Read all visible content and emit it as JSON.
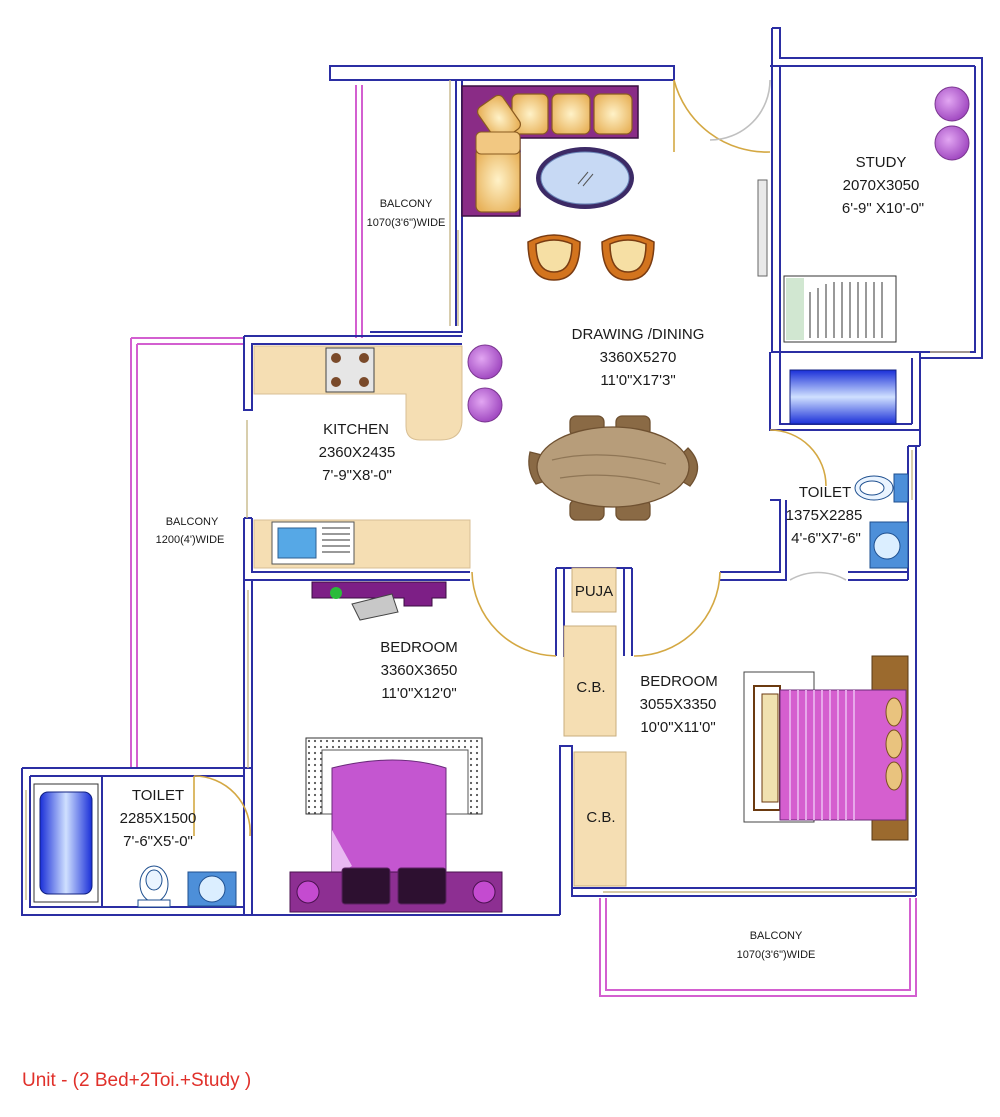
{
  "unit_caption": "Unit - (2 Bed+2Toi.+Study )",
  "colors": {
    "wall": "#2b2ea3",
    "balcony_rail": "#d35fd0",
    "wood": "#f5deb3",
    "purple": "#a43fc4",
    "door_arc": "#d4a843",
    "caption": "#e0302a"
  },
  "rooms": {
    "study": {
      "name": "STUDY",
      "size_mm": "2070X3050",
      "size_ft": "6'-9\" X10'-0\""
    },
    "drawing_dining": {
      "name": "DRAWING /DINING",
      "size_mm": "3360X5270",
      "size_ft": "11'0\"X17'3\""
    },
    "kitchen": {
      "name": "KITCHEN",
      "size_mm": "2360X2435",
      "size_ft": "7'-9\"X8'-0\""
    },
    "toilet_right": {
      "name": "TOILET",
      "size_mm": "1375X2285",
      "size_ft": "4'-6\"X7'-6\""
    },
    "bedroom_left": {
      "name": "BEDROOM",
      "size_mm": "3360X3650",
      "size_ft": "11'0\"X12'0\""
    },
    "bedroom_right": {
      "name": "BEDROOM",
      "size_mm": "3055X3350",
      "size_ft": "10'0\"X11'0\""
    },
    "toilet_left": {
      "name": "TOILET",
      "size_mm": "2285X1500",
      "size_ft": "7'-6\"X5'-0\""
    },
    "puja": {
      "name": "PUJA"
    },
    "cb_upper": {
      "name": "C.B."
    },
    "cb_lower": {
      "name": "C.B."
    }
  },
  "balconies": {
    "top": {
      "name": "BALCONY",
      "width": "1070(3'6\")WIDE"
    },
    "left": {
      "name": "BALCONY",
      "width": "1200(4')WIDE"
    },
    "bottom": {
      "name": "BALCONY",
      "width": "1070(3'6\")WIDE"
    }
  }
}
